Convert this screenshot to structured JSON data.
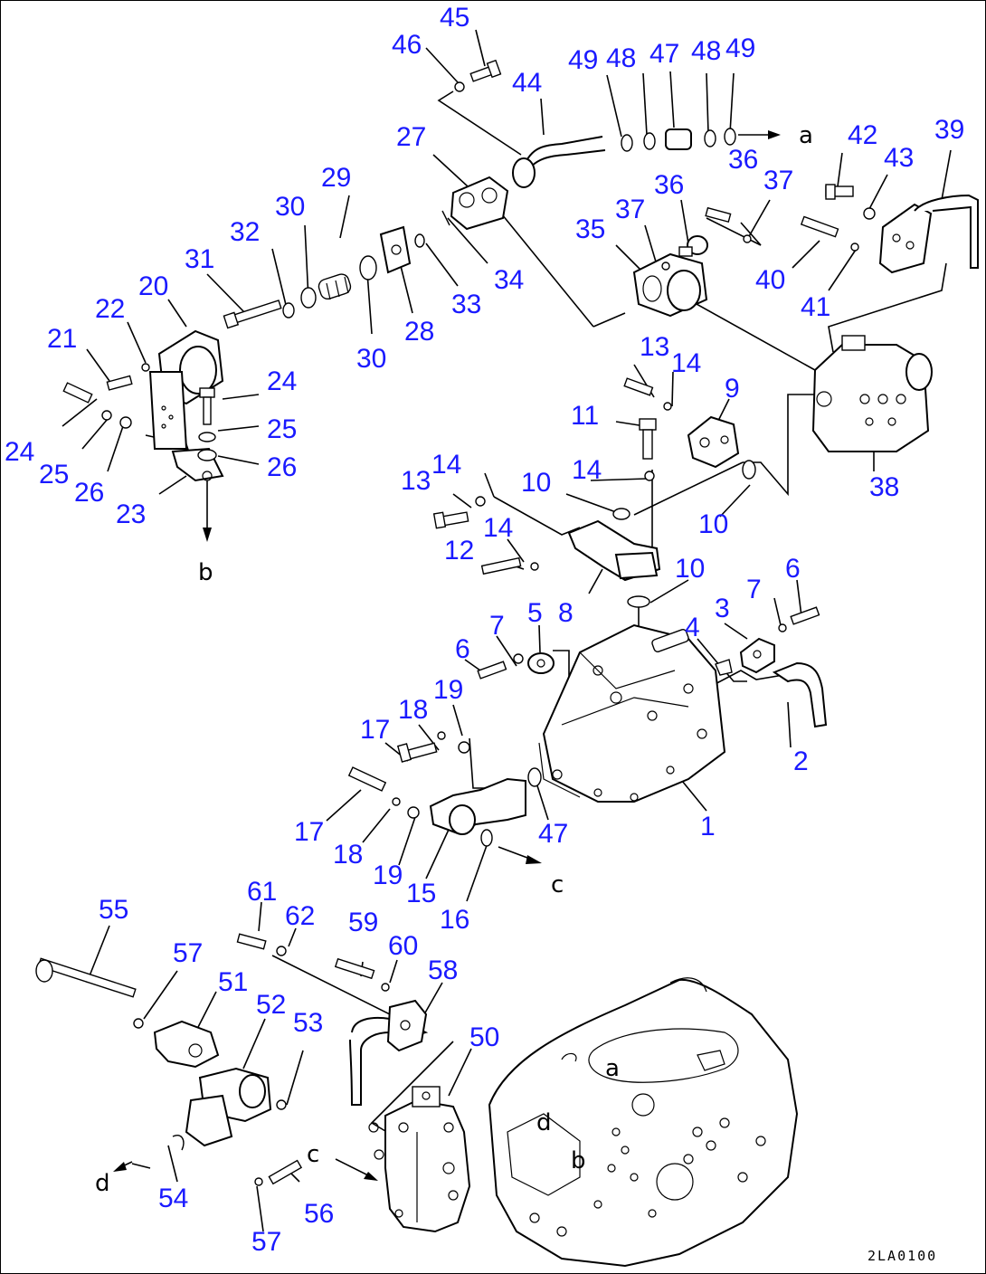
{
  "callouts": [
    {
      "id": "45",
      "label": "45"
    },
    {
      "id": "46",
      "label": "46"
    },
    {
      "id": "44",
      "label": "44"
    },
    {
      "id": "49a",
      "label": "49"
    },
    {
      "id": "48a",
      "label": "48"
    },
    {
      "id": "47a",
      "label": "47"
    },
    {
      "id": "48b",
      "label": "48"
    },
    {
      "id": "49b",
      "label": "49"
    },
    {
      "id": "27",
      "label": "27"
    },
    {
      "id": "36a",
      "label": "36"
    },
    {
      "id": "37a",
      "label": "37"
    },
    {
      "id": "42",
      "label": "42"
    },
    {
      "id": "43",
      "label": "43"
    },
    {
      "id": "39",
      "label": "39"
    },
    {
      "id": "29",
      "label": "29"
    },
    {
      "id": "30a",
      "label": "30"
    },
    {
      "id": "32",
      "label": "32"
    },
    {
      "id": "31",
      "label": "31"
    },
    {
      "id": "20",
      "label": "20"
    },
    {
      "id": "22",
      "label": "22"
    },
    {
      "id": "21",
      "label": "21"
    },
    {
      "id": "34",
      "label": "34"
    },
    {
      "id": "33",
      "label": "33"
    },
    {
      "id": "28",
      "label": "28"
    },
    {
      "id": "30b",
      "label": "30"
    },
    {
      "id": "35",
      "label": "35"
    },
    {
      "id": "37b",
      "label": "37"
    },
    {
      "id": "36b",
      "label": "36"
    },
    {
      "id": "40",
      "label": "40"
    },
    {
      "id": "41",
      "label": "41"
    },
    {
      "id": "24a",
      "label": "24"
    },
    {
      "id": "25a",
      "label": "25"
    },
    {
      "id": "26a",
      "label": "26"
    },
    {
      "id": "24b",
      "label": "24"
    },
    {
      "id": "25b",
      "label": "25"
    },
    {
      "id": "26b",
      "label": "26"
    },
    {
      "id": "23",
      "label": "23"
    },
    {
      "id": "13a",
      "label": "13"
    },
    {
      "id": "14a",
      "label": "14"
    },
    {
      "id": "9",
      "label": "9"
    },
    {
      "id": "11",
      "label": "11"
    },
    {
      "id": "38",
      "label": "38"
    },
    {
      "id": "13b",
      "label": "13"
    },
    {
      "id": "14b",
      "label": "14"
    },
    {
      "id": "10a",
      "label": "10"
    },
    {
      "id": "14c",
      "label": "14"
    },
    {
      "id": "14d",
      "label": "14"
    },
    {
      "id": "10b",
      "label": "10"
    },
    {
      "id": "12",
      "label": "12"
    },
    {
      "id": "10c",
      "label": "10"
    },
    {
      "id": "6a",
      "label": "6"
    },
    {
      "id": "7a",
      "label": "7"
    },
    {
      "id": "5",
      "label": "5"
    },
    {
      "id": "8",
      "label": "8"
    },
    {
      "id": "4",
      "label": "4"
    },
    {
      "id": "3",
      "label": "3"
    },
    {
      "id": "7b",
      "label": "7"
    },
    {
      "id": "6b",
      "label": "6"
    },
    {
      "id": "19a",
      "label": "19"
    },
    {
      "id": "18a",
      "label": "18"
    },
    {
      "id": "17a",
      "label": "17"
    },
    {
      "id": "2",
      "label": "2"
    },
    {
      "id": "17b",
      "label": "17"
    },
    {
      "id": "18b",
      "label": "18"
    },
    {
      "id": "19b",
      "label": "19"
    },
    {
      "id": "15",
      "label": "15"
    },
    {
      "id": "16",
      "label": "16"
    },
    {
      "id": "47b",
      "label": "47"
    },
    {
      "id": "1",
      "label": "1"
    },
    {
      "id": "55",
      "label": "55"
    },
    {
      "id": "61",
      "label": "61"
    },
    {
      "id": "62",
      "label": "62"
    },
    {
      "id": "59",
      "label": "59"
    },
    {
      "id": "60",
      "label": "60"
    },
    {
      "id": "57a",
      "label": "57"
    },
    {
      "id": "58",
      "label": "58"
    },
    {
      "id": "51",
      "label": "51"
    },
    {
      "id": "52",
      "label": "52"
    },
    {
      "id": "53",
      "label": "53"
    },
    {
      "id": "50",
      "label": "50"
    },
    {
      "id": "54",
      "label": "54"
    },
    {
      "id": "56",
      "label": "56"
    },
    {
      "id": "57b",
      "label": "57"
    }
  ],
  "letters": {
    "a1": "a",
    "a2": "a",
    "b1": "b",
    "b2": "b",
    "c1": "c",
    "c2": "c",
    "d1": "d",
    "d2": "d"
  },
  "drawing_code": "2LA0100",
  "colors": {
    "callout": "#1a1aff",
    "line": "#000000"
  }
}
